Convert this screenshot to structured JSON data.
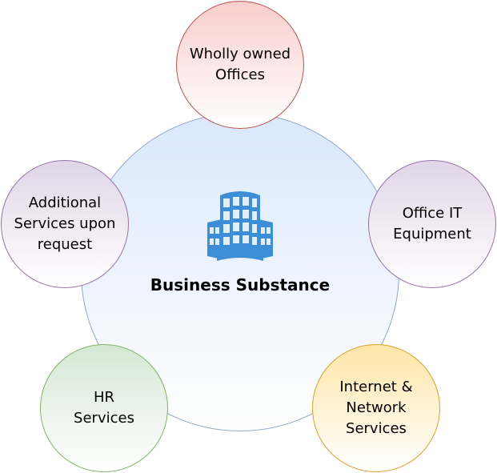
{
  "center": {
    "label": "Business Substance",
    "icon": "office-building-icon",
    "fill": "#dae8fc",
    "stroke": "#8fa8c8",
    "icon_color": "#3c8fd6"
  },
  "nodes": [
    {
      "label": "Wholly owned\nOffices",
      "fill": "#f8cecc",
      "stroke": "#b85450"
    },
    {
      "label": "Office IT\nEquipment",
      "fill": "#e1d5e7",
      "stroke": "#9673a6"
    },
    {
      "label": "Internet &\nNetwork\nServices",
      "fill": "#ffe6a8",
      "stroke": "#d6a22c"
    },
    {
      "label": "HR\nServices",
      "fill": "#d5e8d4",
      "stroke": "#82b366"
    },
    {
      "label": "Additional\nServices upon\nrequest",
      "fill": "#e1d5e7",
      "stroke": "#9673a6"
    }
  ]
}
